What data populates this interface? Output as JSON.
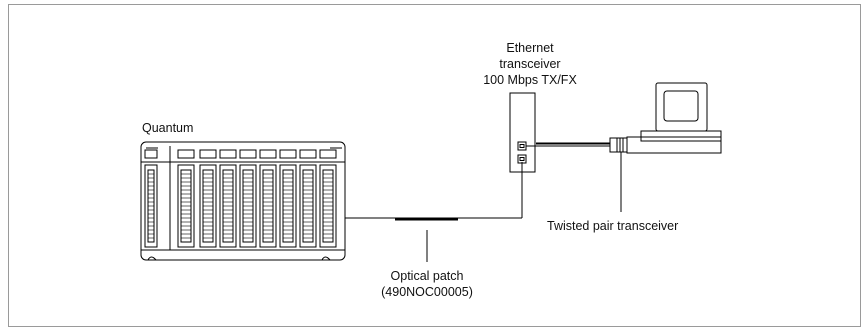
{
  "labels": {
    "quantum": "Quantum",
    "ethernet_line1": "Ethernet",
    "ethernet_line2": "transceiver",
    "ethernet_line3": "100 Mbps TX/FX",
    "twisted_pair": "Twisted pair transceiver",
    "optical_line1": "Optical patch",
    "optical_line2": "(490NOC00005)"
  },
  "colors": {
    "stroke": "#000000",
    "frame": "#9a9a9a",
    "background": "#ffffff"
  },
  "icons": {
    "plc": "quantum-rack-icon",
    "transceiver": "ethernet-transceiver-icon",
    "pc": "computer-icon"
  }
}
